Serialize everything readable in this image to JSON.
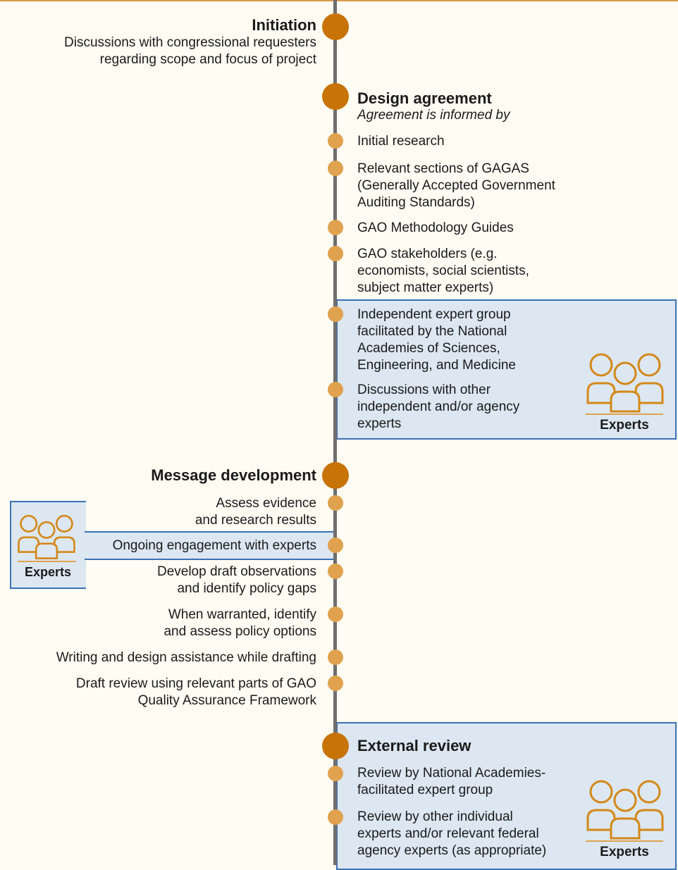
{
  "initiation": {
    "heading": "Initiation",
    "lines": [
      "Discussions with congressional requesters",
      "regarding scope and focus of project"
    ]
  },
  "design": {
    "heading": "Design agreement",
    "subheading": "Agreement is informed by",
    "items": [
      [
        "Initial research"
      ],
      [
        "Relevant sections of GAGAS",
        "(Generally Accepted Government",
        "Auditing Standards)"
      ],
      [
        "GAO Methodology Guides"
      ],
      [
        "GAO stakeholders (e.g.",
        "economists, social scientists,",
        "subject matter experts)"
      ],
      [
        "Independent expert group",
        "facilitated by the National",
        "Academies of Sciences,",
        "Engineering, and Medicine"
      ],
      [
        "Discussions with other",
        "independent and/or agency",
        "experts"
      ]
    ],
    "experts_label": "Experts"
  },
  "message": {
    "heading": "Message development",
    "items": [
      [
        "Assess evidence",
        "and research results"
      ],
      [
        "Ongoing engagement with experts"
      ],
      [
        "Develop draft observations",
        "and identify policy gaps"
      ],
      [
        "When warranted, identify",
        "and assess policy options"
      ],
      [
        "Writing and design assistance while drafting"
      ],
      [
        "Draft review using relevant parts of GAO",
        "Quality Assurance Framework"
      ]
    ],
    "experts_label": "Experts"
  },
  "external": {
    "heading": "External review",
    "items": [
      [
        "Review by National Academies-",
        "facilitated expert group"
      ],
      [
        "Review by other individual",
        "experts and/or relevant federal",
        "agency experts (as appropriate)"
      ]
    ],
    "experts_label": "Experts"
  },
  "colors": {
    "background": "#fffcf3",
    "spine": "#6e6e6e",
    "major_dot": "#c87306",
    "minor_dot": "#e0a24e",
    "box_fill": "#dce7f2",
    "box_border": "#3a72b5"
  }
}
